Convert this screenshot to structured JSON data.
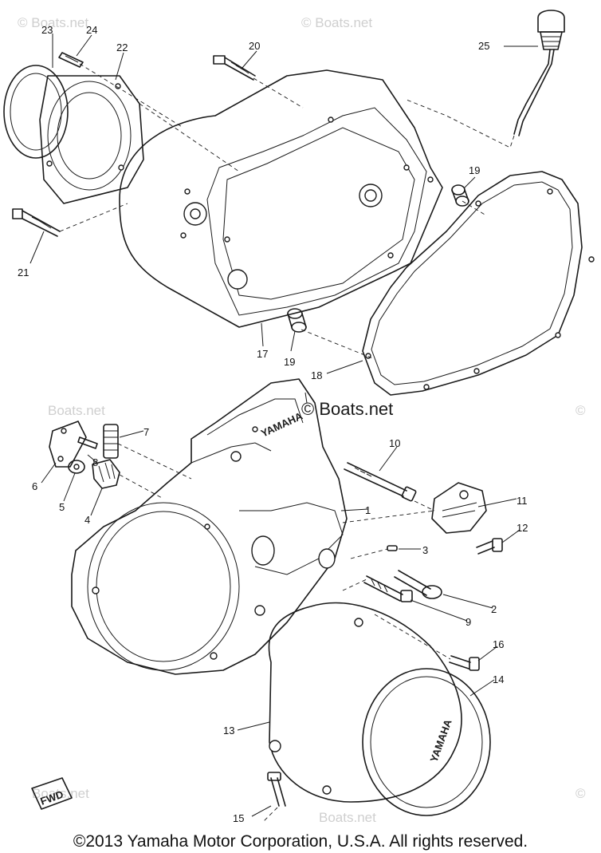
{
  "watermark": {
    "main": "© Boats.net",
    "faint": "© Boats.net",
    "faint_short": "Boats.net"
  },
  "part_labels": {
    "p1": "1",
    "p2": "2",
    "p3": "3",
    "p4": "4",
    "p5": "5",
    "p6": "6",
    "p7": "7",
    "p8": "8",
    "p9": "9",
    "p10": "10",
    "p11": "11",
    "p12": "12",
    "p13": "13",
    "p14": "14",
    "p15": "15",
    "p16": "16",
    "p17": "17",
    "p18": "18",
    "p19a": "19",
    "p19b": "19",
    "p20": "20",
    "p21": "21",
    "p22": "22",
    "p23": "23",
    "p24": "24",
    "p25": "25"
  },
  "stamps": {
    "yamaha": "YAMAHA",
    "fwd": "FWD"
  },
  "copyright": "©2013 Yamaha Motor Corporation, U.S.A. All rights reserved."
}
